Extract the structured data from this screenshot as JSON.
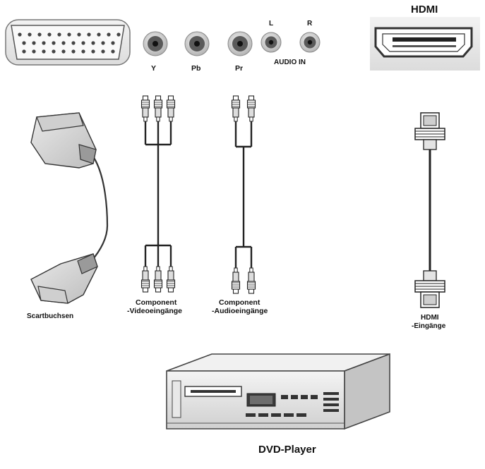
{
  "panel": {
    "connectors": {
      "y": "Y",
      "pb": "Pb",
      "pr": "Pr",
      "audio_left": "L",
      "audio_right": "R",
      "audio_in": "AUDIO IN"
    },
    "hdmi_title": "HDMI"
  },
  "cables": {
    "scart_label": "Scartbuchsen",
    "component_video_line1": "Component",
    "component_video_line2": "-Videoeingänge",
    "component_audio_line1": "Component",
    "component_audio_line2": "-Audioeingänge",
    "hdmi_label_line1": "HDMI",
    "hdmi_label_line2": "-Eingänge"
  },
  "device": {
    "label": "DVD-Player"
  }
}
